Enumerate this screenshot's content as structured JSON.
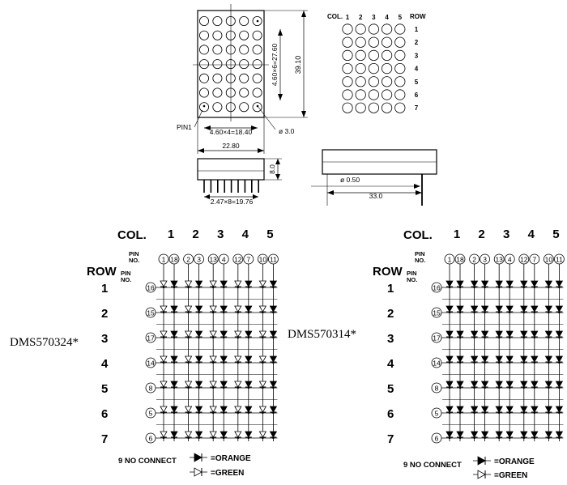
{
  "dimensions": {
    "width_total": "22.80",
    "height_total": "39.10",
    "col_pitch": "4.60×4=18.40",
    "row_pitch": "4.60×6=27.60",
    "led_dia": "ø 3.0",
    "pin1_label": "PIN1",
    "body_depth": "8.0",
    "pin_pitch": "2.47×8=19.76",
    "pin_dia": "ø 0.50",
    "pin_length": "33.0"
  },
  "layout_map": {
    "col_label": "COL.",
    "row_label": "ROW",
    "cols": [
      "1",
      "2",
      "3",
      "4",
      "5"
    ],
    "rows": [
      "1",
      "2",
      "3",
      "4",
      "5",
      "6",
      "7"
    ]
  },
  "schematics": [
    {
      "model": "DMS570324*",
      "col_header": "COL.",
      "row_header": "ROW",
      "pin_no_label": "PIN NO.",
      "cols": [
        "1",
        "2",
        "3",
        "4",
        "5"
      ],
      "rows": [
        "1",
        "2",
        "3",
        "4",
        "5",
        "6",
        "7"
      ],
      "col_pins": [
        "1",
        "18",
        "2",
        "3",
        "13",
        "4",
        "12",
        "7",
        "10",
        "11"
      ],
      "row_pins": [
        "16",
        "15",
        "17",
        "14",
        "8",
        "5",
        "6"
      ],
      "legend_orange_symbol": "filled-diode",
      "legend_green_symbol": "outline-diode"
    },
    {
      "model": "DMS570314*",
      "col_header": "COL.",
      "row_header": "ROW",
      "pin_no_label": "PIN NO.",
      "cols": [
        "1",
        "2",
        "3",
        "4",
        "5"
      ],
      "rows": [
        "1",
        "2",
        "3",
        "4",
        "5",
        "6",
        "7"
      ],
      "col_pins": [
        "1",
        "18",
        "2",
        "3",
        "13",
        "4",
        "12",
        "7",
        "10",
        "11"
      ],
      "row_pins": [
        "16",
        "15",
        "17",
        "14",
        "8",
        "5",
        "6"
      ],
      "legend_orange_symbol": "filled-diode",
      "legend_green_symbol": "outline-diode"
    }
  ],
  "legend": {
    "no_connect": "9 NO CONNECT",
    "orange": "=ORANGE",
    "green": "=GREEN"
  }
}
